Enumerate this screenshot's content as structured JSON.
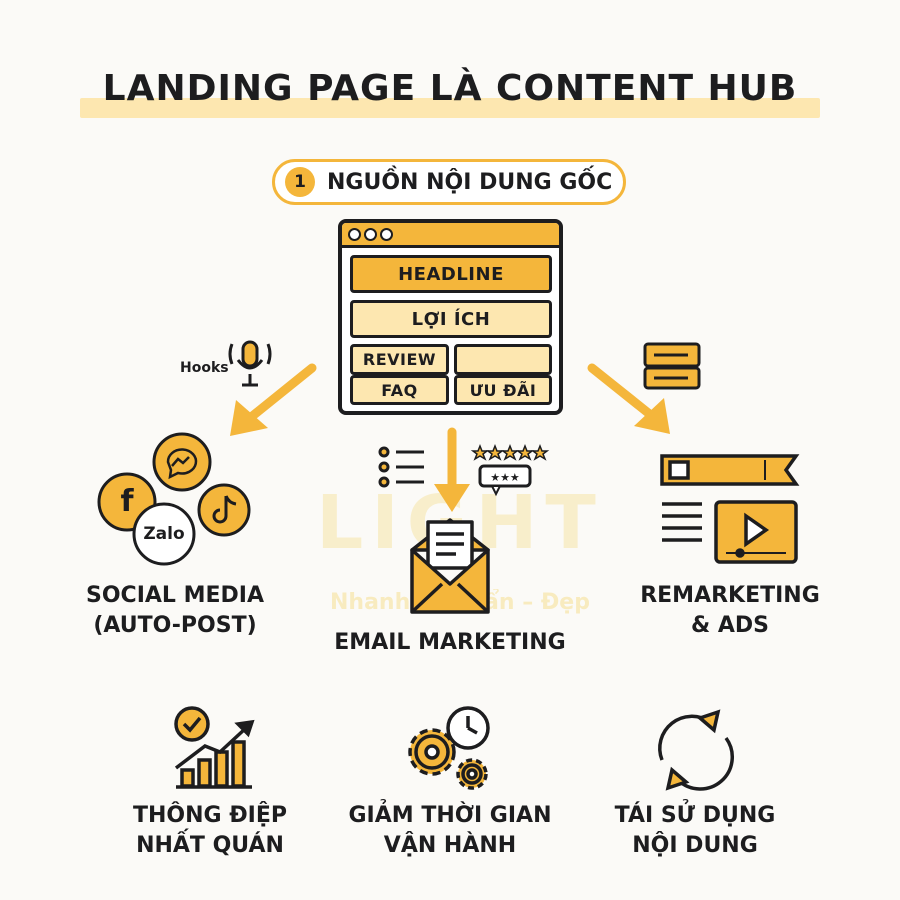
{
  "title": "LANDING PAGE LÀ CONTENT HUB",
  "source": {
    "number": "1",
    "label": "NGUỒN NỘI DUNG GỐC"
  },
  "browser_blocks": {
    "headline": "HEADLINE",
    "benefit": "LỢI ÍCH",
    "review": "REVIEW",
    "faq": "FAQ",
    "offer": "ƯU ĐÃI"
  },
  "hooks_label": "Hooks",
  "social_icons": {
    "facebook": "f",
    "zalo": "Zalo"
  },
  "channels": {
    "social_line1": "SOCIAL MEDIA",
    "social_line2": "(AUTO-POST)",
    "email": "EMAIL MARKETING",
    "remarketing_line1": "REMARKETING",
    "remarketing_line2": "& ADS"
  },
  "watermark": {
    "brand": "LIGHT",
    "tagline": "Nhanh – Chuẩn – Đẹp"
  },
  "benefits": {
    "consistent_line1": "THÔNG ĐIỆP",
    "consistent_line2": "NHẤT QUÁN",
    "time_line1": "GIẢM THỜI GIAN",
    "time_line2": "VẬN HÀNH",
    "reuse_line1": "TÁI SỬ DỤNG",
    "reuse_line2": "NỘI DUNG"
  },
  "colors": {
    "accent": "#f4b63b",
    "accent_light": "#fde7b0",
    "ink": "#1d1d1f",
    "background": "#fbfaf7"
  }
}
